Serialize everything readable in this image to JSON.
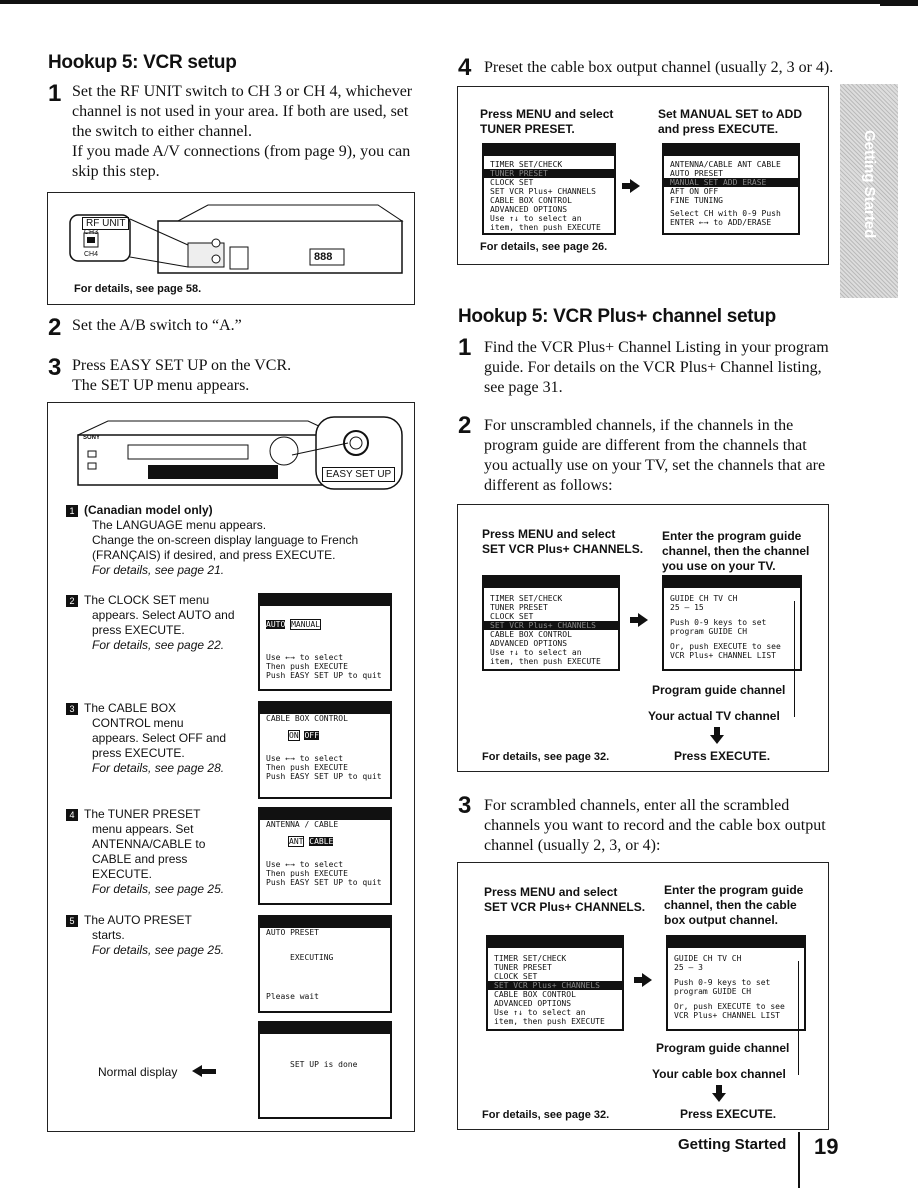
{
  "left": {
    "heading": "Hookup 5: VCR setup",
    "step1": {
      "num": "1",
      "text": "Set the RF UNIT switch to CH 3 or CH 4, whichever channel is not used in your area. If both are used, set the switch to either channel.",
      "text2": "If you made A/V connections (from page 9), you can skip this step."
    },
    "rf_box": {
      "rf_label": "RF UNIT",
      "ch3": "CH3",
      "ch4": "CH4",
      "counter": "888",
      "note": "For details, see page 58."
    },
    "step2": {
      "num": "2",
      "text": "Set the A/B switch to “A.”"
    },
    "step3": {
      "num": "3",
      "text": "Press EASY SET UP on the VCR.",
      "text2": "The SET UP menu appears."
    },
    "vcr": {
      "easy_set_up": "EASY SET UP",
      "brand": "SONY"
    },
    "items": [
      {
        "n": "1",
        "title": "(Canadian model only)",
        "lines": [
          "The LANGUAGE menu appears.",
          "Change the on-screen display language to French (FRANÇAIS) if desired, and press EXECUTE."
        ],
        "ref": "For details, see page 21."
      },
      {
        "n": "2",
        "lines": [
          "The CLOCK SET menu",
          "appears. Select AUTO and",
          "press EXECUTE."
        ],
        "ref": "For details, see page 22."
      },
      {
        "n": "3",
        "lines": [
          "The CABLE BOX",
          "CONTROL menu",
          "appears. Select OFF and",
          "press EXECUTE."
        ],
        "ref": "For details, see page 28."
      },
      {
        "n": "4",
        "lines": [
          "The TUNER PRESET",
          "menu appears. Set",
          "ANTENNA/CABLE to",
          "CABLE and press",
          "EXECUTE."
        ],
        "ref": "For details, see page 25."
      },
      {
        "n": "5",
        "lines": [
          "The AUTO PRESET",
          "starts."
        ],
        "ref": "For details, see page 25."
      }
    ],
    "screens": {
      "clock": {
        "opts": [
          "AUTO",
          "MANUAL"
        ],
        "use": [
          "Use ←→ to select",
          "Then push EXECUTE",
          "Push EASY SET UP to quit"
        ]
      },
      "cable": {
        "title": "CABLE BOX CONTROL",
        "opts": [
          "ON",
          "OFF"
        ],
        "use": [
          "Use ←→ to select",
          "Then push EXECUTE",
          "Push EASY SET UP to quit"
        ]
      },
      "tuner": {
        "title": "ANTENNA / CABLE",
        "opts": [
          "ANT",
          "CABLE"
        ],
        "use": [
          "Use ←→ to select",
          "Then push EXECUTE",
          "Push EASY SET UP to quit"
        ]
      },
      "auto": {
        "title": "AUTO PRESET",
        "mid": "EXECUTING",
        "bottom": "Please wait"
      },
      "done": {
        "text": "SET UP is done"
      }
    },
    "normal_display": "Normal display"
  },
  "right": {
    "step4": {
      "num": "4",
      "text": "Preset the cable box output channel (usually 2, 3 or 4)."
    },
    "box4": {
      "left_title": [
        "Press MENU and select",
        "TUNER PRESET."
      ],
      "right_title": [
        "Set MANUAL SET to ADD",
        "and press EXECUTE."
      ],
      "menu": [
        "TIMER SET/CHECK",
        "TUNER PRESET",
        "CLOCK SET",
        "SET VCR Plus+ CHANNELS",
        "CABLE BOX CONTROL",
        "ADVANCED OPTIONS",
        "Use ↑↓ to select an",
        "item, then push EXECUTE"
      ],
      "preset": [
        "ANTENNA/CABLE  ANT  CABLE",
        "AUTO PRESET",
        "MANUAL SET   ADD  ERASE",
        "AFT            ON  OFF",
        "FINE TUNING",
        "Select CH with 0-9 Push",
        "ENTER ←→ to ADD/ERASE"
      ],
      "note": "For details, see page 26."
    },
    "heading": "Hookup 5: VCR Plus+ channel setup",
    "r1": {
      "num": "1",
      "text": "Find the VCR Plus+ Channel Listing in your program guide. For details on the VCR Plus+ Channel listing, see page 31."
    },
    "r2": {
      "num": "2",
      "text": "For unscrambled channels, if the channels in the program guide are different from the channels that you actually use on your TV, set the channels that are different as follows:"
    },
    "box2": {
      "left_title": [
        "Press MENU and select",
        "SET VCR Plus+ CHANNELS."
      ],
      "right_title": [
        "Enter the program guide",
        "channel, then the channel",
        "you use on your TV."
      ],
      "menu": [
        "TIMER SET/CHECK",
        "TUNER PRESET",
        "CLOCK SET",
        "SET VCR Plus+ CHANNELS",
        "CABLE BOX CONTROL",
        "ADVANCED OPTIONS",
        "Use ↑↓ to select an",
        "item, then push EXECUTE"
      ],
      "guide": [
        "GUIDE CH    TV CH",
        "25   –   15",
        "Push 0-9 keys to set",
        "program GUIDE CH",
        "Or, push EXECUTE to see",
        "VCR Plus+ CHANNEL LIST"
      ],
      "label1": "Program guide channel",
      "label2": "Your actual TV channel",
      "note": "For details, see page 32.",
      "press": "Press EXECUTE."
    },
    "r3": {
      "num": "3",
      "text": "For scrambled channels, enter all the scrambled channels you want to record and the cable box output channel (usually 2, 3, or 4):"
    },
    "box3": {
      "left_title": [
        "Press MENU and select",
        "SET VCR Plus+ CHANNELS."
      ],
      "right_title": [
        "Enter the program guide",
        "channel, then the cable",
        "box output channel."
      ],
      "menu": [
        "TIMER SET/CHECK",
        "TUNER PRESET",
        "CLOCK SET",
        "SET VCR Plus+ CHANNELS",
        "CABLE BOX CONTROL",
        "ADVANCED OPTIONS",
        "Use ↑↓ to select an",
        "item, then push EXECUTE"
      ],
      "guide": [
        "GUIDE CH    TV CH",
        "25   –   3",
        "Push 0-9 keys to set",
        "program GUIDE CH",
        "Or, push EXECUTE to see",
        "VCR Plus+ CHANNEL LIST"
      ],
      "label1": "Program guide channel",
      "label2": "Your cable box channel",
      "note": "For details, see page 32.",
      "press": "Press EXECUTE."
    }
  },
  "side_tab": "Getting Started",
  "footer": {
    "section": "Getting Started",
    "page": "19"
  }
}
